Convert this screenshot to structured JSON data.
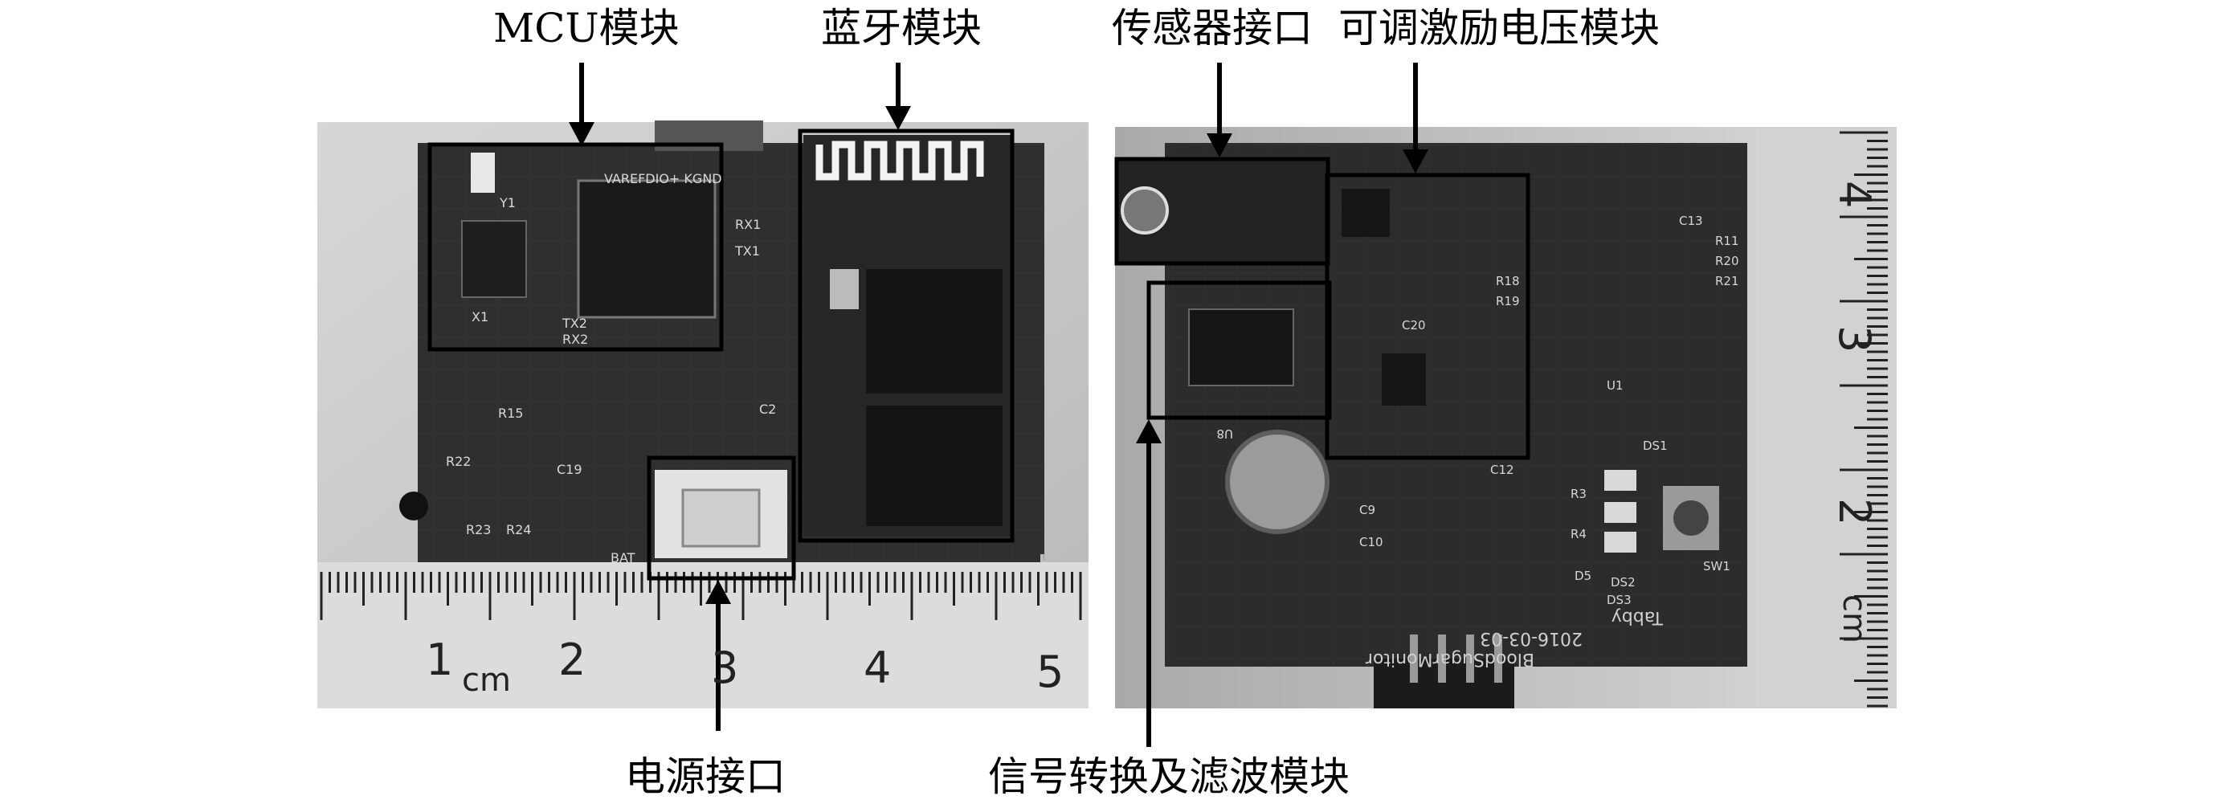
{
  "callouts": {
    "mcu": "MCU模块",
    "bluetooth": "蓝牙模块",
    "sensor": "传感器接口",
    "voltage": "可调激励电压模块",
    "power": "电源接口",
    "filter": "信号转换及滤波模块"
  },
  "left_photo": {
    "ruler_unit": "cm",
    "ruler_numbers": [
      "1",
      "2",
      "3",
      "4",
      "5"
    ],
    "board_labels": [
      "VAREFDIO+ KGND",
      "RX1",
      "TX1",
      "TX2",
      "RX2",
      "C19",
      "R15",
      "R22",
      "R23",
      "R24",
      "BAT",
      "C2",
      "X1",
      "Y1"
    ]
  },
  "right_photo": {
    "ruler_unit": "cm",
    "ruler_numbers": [
      "4",
      "3",
      "2"
    ],
    "board_labels": [
      "U8",
      "C13",
      "R11",
      "R20",
      "R21",
      "R18",
      "R19",
      "C20",
      "C9",
      "C10",
      "DS1",
      "DS2",
      "DS3",
      "D5",
      "SW1",
      "C12",
      "U1",
      "R3",
      "R4"
    ],
    "silk_lines": [
      "Tabby",
      "2016-03-03",
      "BloodSugarMonitor"
    ]
  },
  "colors": {
    "frame": "#000000",
    "board_dark": "#2b2b2b",
    "background_light": "#c9c9c9"
  }
}
